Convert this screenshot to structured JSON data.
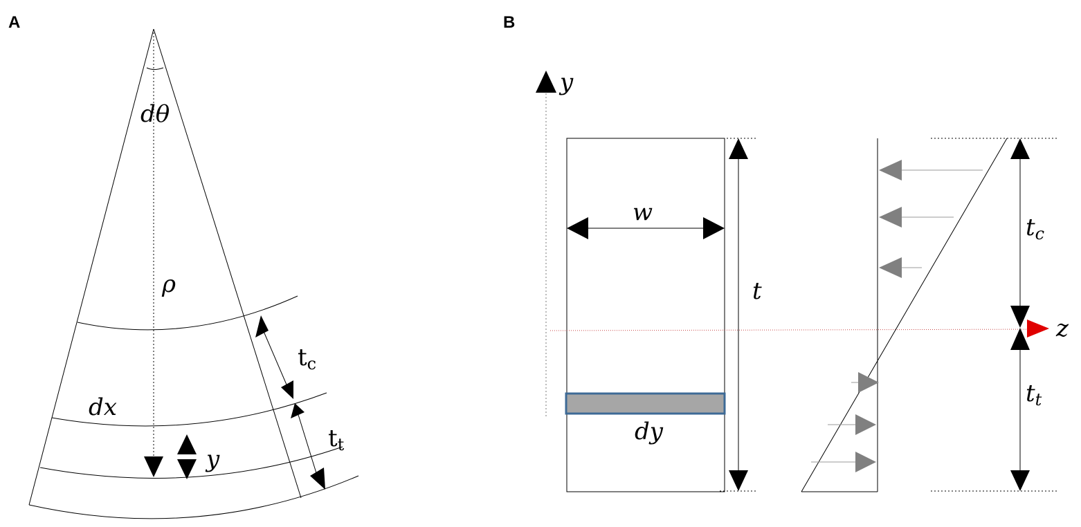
{
  "panels": {
    "a_label": "A",
    "b_label": "B"
  },
  "panel_a": {
    "dtheta": "dθ",
    "rho": "ρ",
    "dx": "dx",
    "y": "y",
    "tc_main": "t",
    "tc_sub": "c",
    "tt_main": "t",
    "tt_sub": "t"
  },
  "panel_b": {
    "y_axis": "y",
    "w": "w",
    "t": "t",
    "dy": "dy",
    "tc_main": "t",
    "tc_sub": "c",
    "tt_main": "t",
    "tt_sub": "t",
    "z": "z"
  },
  "colors": {
    "line": "#000000",
    "dotted_guide": "#777777",
    "neutral_axis": "#c84848",
    "strip_fill": "#a6a6a6",
    "strip_border": "#3d6a96",
    "stress_arrow": "#808080",
    "z_marker": "#e00000"
  }
}
